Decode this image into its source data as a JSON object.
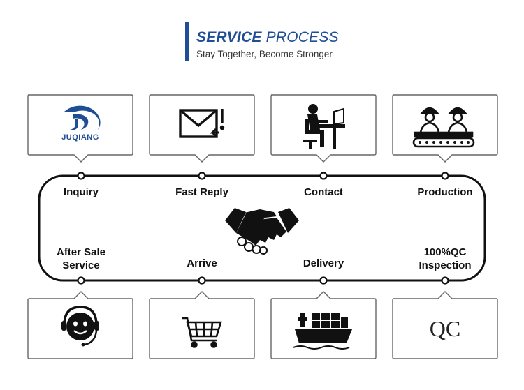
{
  "header": {
    "title_bold": "SERVICE",
    "title_rest": "PROCESS",
    "subtitle": "Stay Together, Become Stronger"
  },
  "top_steps": [
    {
      "label": "Inquiry",
      "icon": "juqiang-logo-icon",
      "logo_text": "JUQIANG"
    },
    {
      "label": "Fast Reply",
      "icon": "email-reply-icon"
    },
    {
      "label": "Contact",
      "icon": "person-at-desk-icon"
    },
    {
      "label": "Production",
      "icon": "workers-conveyor-icon"
    }
  ],
  "bottom_steps": [
    {
      "label_line1": "After Sale",
      "label_line2": "Service",
      "icon": "support-headset-icon"
    },
    {
      "label_line1": "Arrive",
      "label_line2": "",
      "icon": "shopping-cart-icon"
    },
    {
      "label_line1": "Delivery",
      "label_line2": "",
      "icon": "cargo-ship-icon"
    },
    {
      "label_line1": "100%QC",
      "label_line2": "Inspection",
      "icon": "qc-icon",
      "icon_text": "QC"
    }
  ],
  "center_icon": "handshake-icon",
  "colors": {
    "brand": "#1f4e96",
    "line": "#111111",
    "box_border": "#555555"
  }
}
